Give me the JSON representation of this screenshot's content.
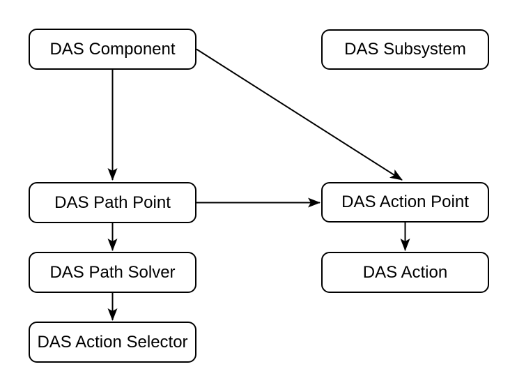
{
  "diagram": {
    "type": "flowchart",
    "background_color": "#ffffff",
    "stroke_color": "#000000",
    "text_color": "#000000",
    "nodes": [
      {
        "id": "das-component",
        "label": "DAS Component"
      },
      {
        "id": "das-subsystem",
        "label": "DAS Subsystem"
      },
      {
        "id": "das-path-point",
        "label": "DAS Path Point"
      },
      {
        "id": "das-action-point",
        "label": "DAS Action Point"
      },
      {
        "id": "das-path-solver",
        "label": "DAS Path Solver"
      },
      {
        "id": "das-action",
        "label": "DAS Action"
      },
      {
        "id": "das-action-selector",
        "label": "DAS Action Selector"
      }
    ],
    "edges": [
      {
        "from": "DAS Component",
        "to": "DAS Path Point"
      },
      {
        "from": "DAS Component",
        "to": "DAS Action Point"
      },
      {
        "from": "DAS Path Point",
        "to": "DAS Action Point"
      },
      {
        "from": "DAS Path Point",
        "to": "DAS Path Solver"
      },
      {
        "from": "DAS Path Solver",
        "to": "DAS Action Selector"
      },
      {
        "from": "DAS Action Point",
        "to": "DAS Action"
      }
    ]
  }
}
